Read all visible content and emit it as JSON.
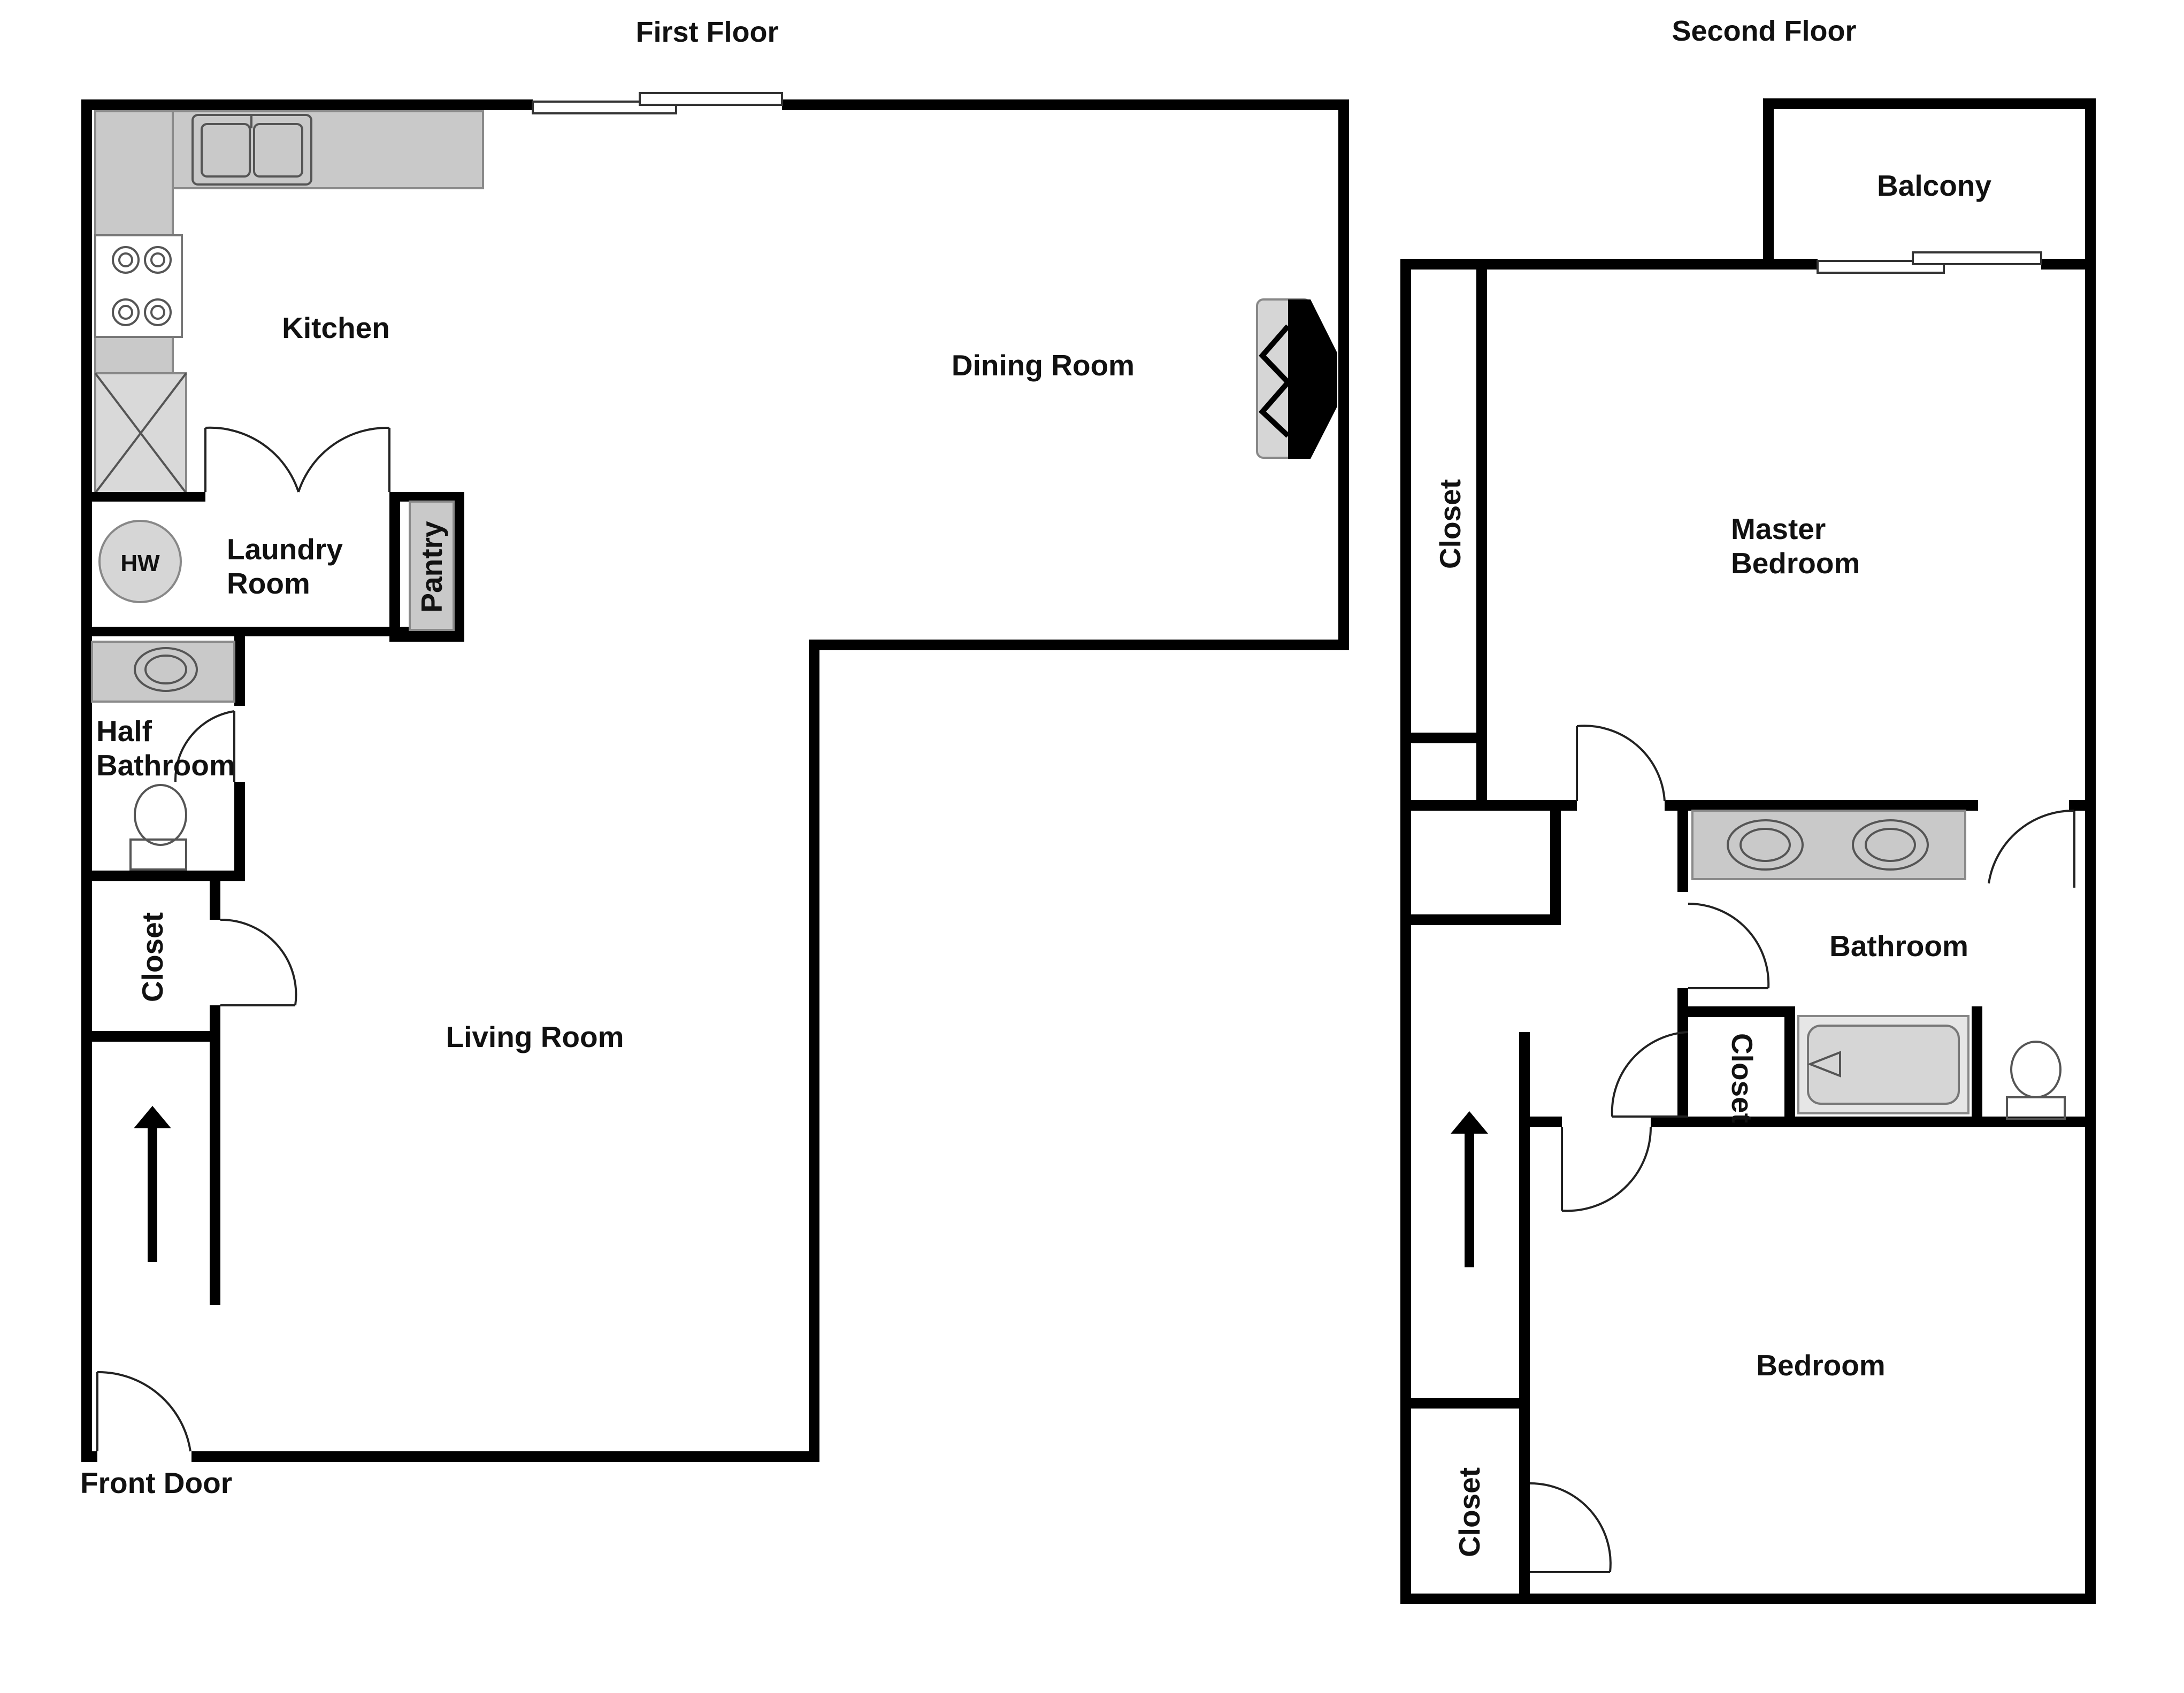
{
  "floors": [
    {
      "title": "First Floor",
      "rooms": {
        "kitchen": "Kitchen",
        "dining": "Dining Room",
        "laundry_line1": "Laundry",
        "laundry_line2": "Room",
        "pantry": "Pantry",
        "half_bath_line1": "Half",
        "half_bath_line2": "Bathroom",
        "closet": "Closet",
        "living": "Living Room",
        "front_door": "Front Door",
        "water_heater": "HW"
      }
    },
    {
      "title": "Second Floor",
      "rooms": {
        "balcony": "Balcony",
        "closet_master": "Closet",
        "master_line1": "Master",
        "master_line2": "Bedroom",
        "bathroom": "Bathroom",
        "closet_hall": "Closet",
        "bedroom": "Bedroom",
        "closet_bedroom": "Closet"
      }
    }
  ],
  "colors": {
    "wall": "#000000",
    "fixture": "#c9c9c9",
    "background": "#ffffff"
  },
  "icons": [
    "stairs-arrow-icon",
    "sink-icon",
    "stove-icon",
    "toilet-icon",
    "bathtub-icon",
    "fireplace-icon",
    "water-heater-icon"
  ]
}
